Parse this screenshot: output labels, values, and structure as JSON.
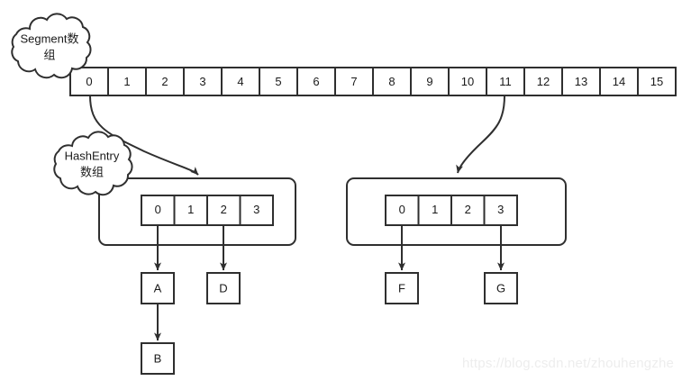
{
  "diagram": {
    "title": "ConcurrentHashMap Segment / HashEntry structure",
    "stroke_color": "#2f2f2f",
    "fill_color": "#ffffff",
    "text_color": "#1a1a1a",
    "watermark_color": "#ededed"
  },
  "clouds": [
    {
      "id": "segment-array-cloud",
      "line1": "Segment数",
      "line2": "组"
    },
    {
      "id": "hashentry-array-cloud",
      "line1": "HashEntry",
      "line2": "数组"
    }
  ],
  "segment_array": {
    "name": "Segment数组",
    "cells": [
      "0",
      "1",
      "2",
      "3",
      "4",
      "5",
      "6",
      "7",
      "8",
      "9",
      "10",
      "11",
      "12",
      "13",
      "14",
      "15"
    ]
  },
  "hashentry_arrays": [
    {
      "id": "hashentry-array-left",
      "source_segment_index": "0",
      "cells": [
        "0",
        "1",
        "2",
        "3"
      ]
    },
    {
      "id": "hashentry-array-right",
      "source_segment_index": "11",
      "cells": [
        "0",
        "1",
        "2",
        "3"
      ]
    }
  ],
  "entry_nodes": [
    {
      "id": "node-a",
      "label": "A"
    },
    {
      "id": "node-d",
      "label": "D"
    },
    {
      "id": "node-b",
      "label": "B"
    },
    {
      "id": "node-f",
      "label": "F"
    },
    {
      "id": "node-g",
      "label": "G"
    }
  ],
  "watermark": {
    "text": "https://blog.csdn.net/zhouhengzhe"
  }
}
